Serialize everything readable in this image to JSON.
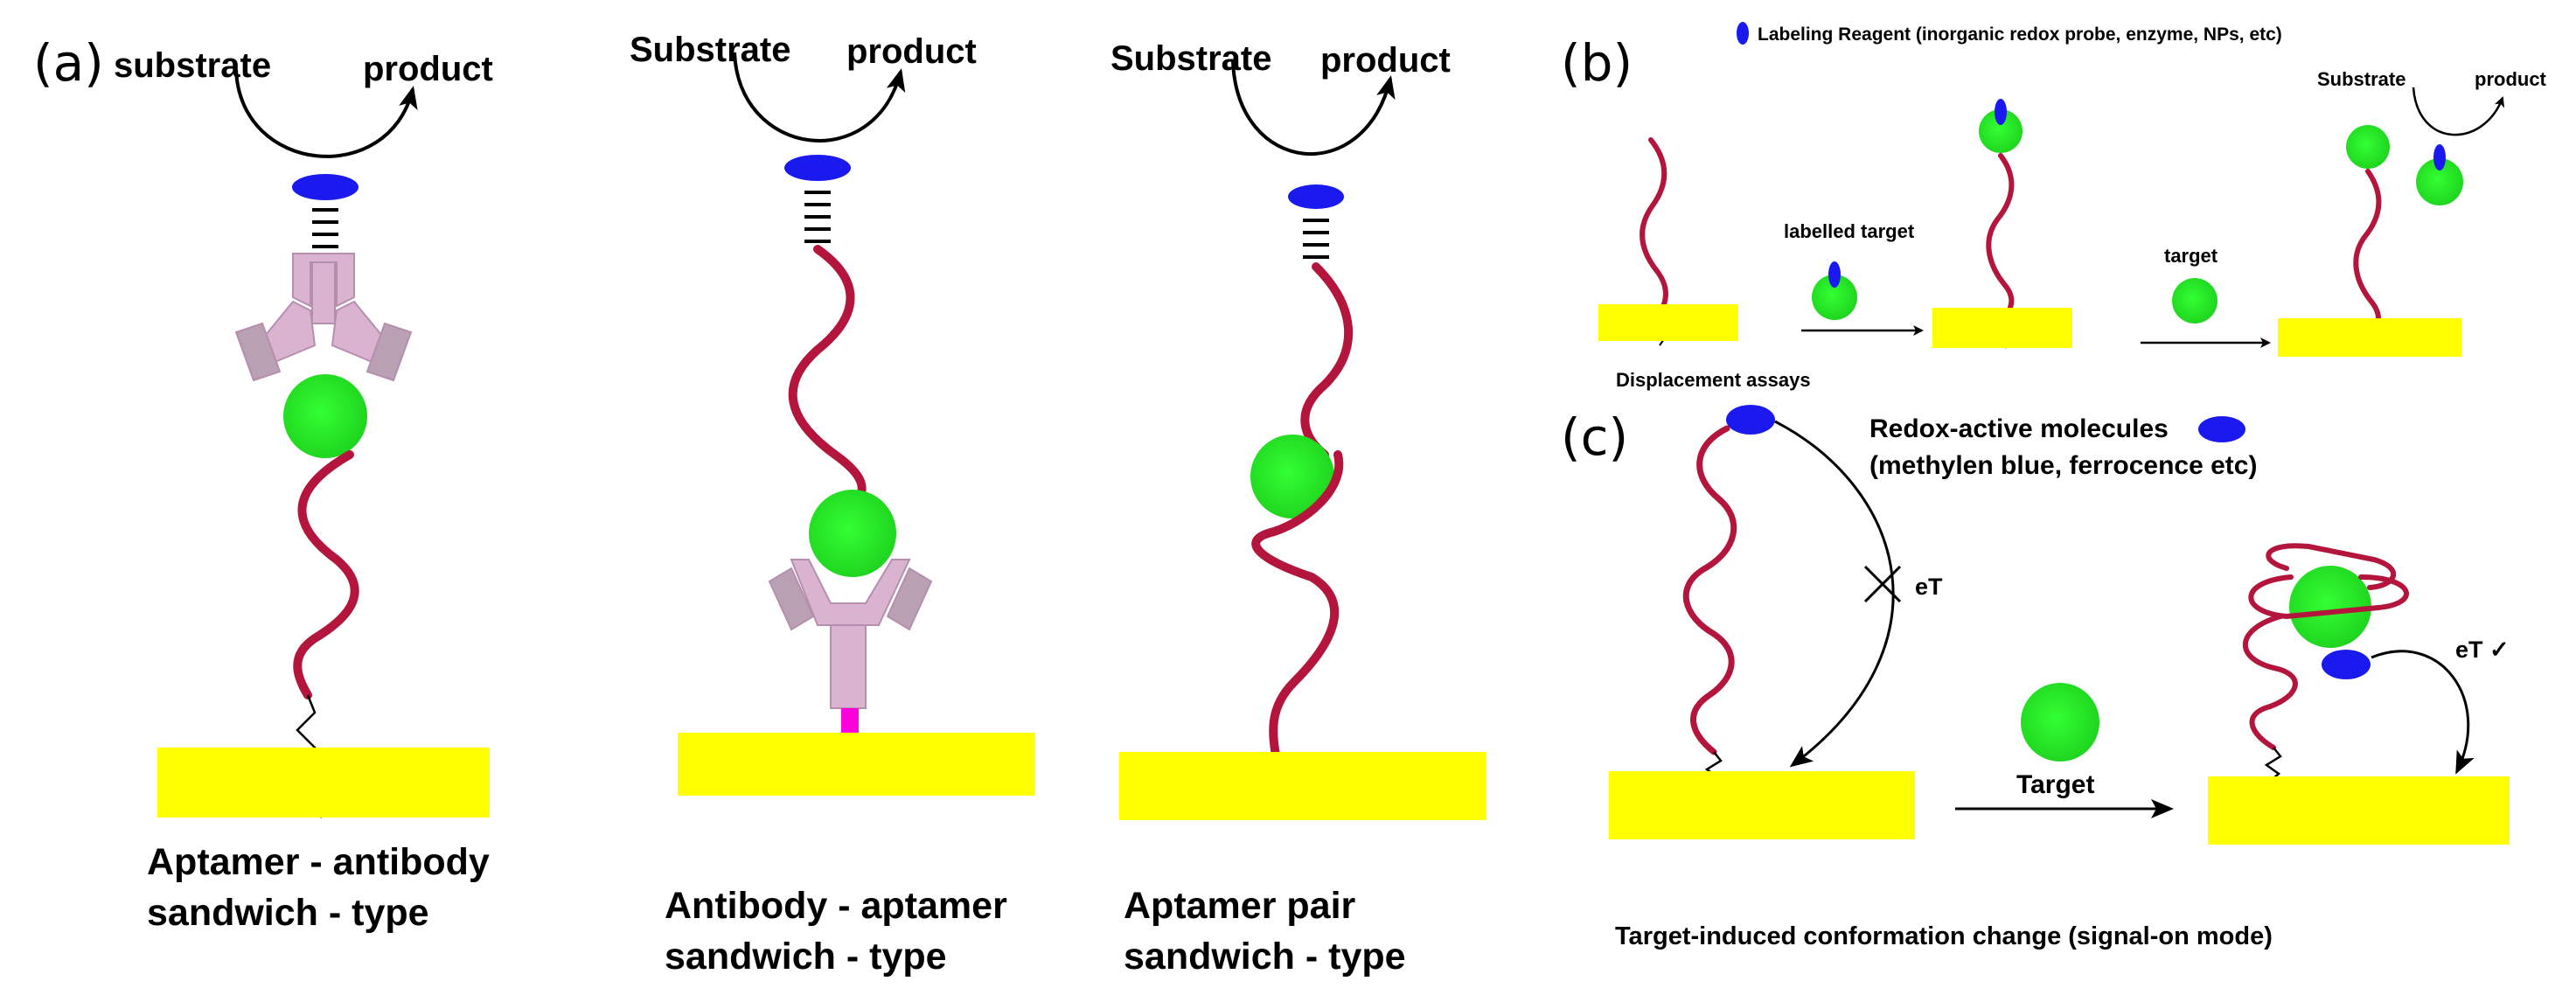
{
  "panels": {
    "a": {
      "label": "(a)",
      "col1": {
        "substrate": "substrate",
        "product": "product",
        "caption_line1": "Aptamer - antibody",
        "caption_line2": "sandwich - type"
      },
      "col2": {
        "substrate": "Substrate",
        "product": "product",
        "caption_line1": "Antibody - aptamer",
        "caption_line2": "sandwich - type"
      },
      "col3": {
        "substrate": "Substrate",
        "product": "product",
        "caption_line1": "Aptamer pair",
        "caption_line2": "sandwich - type"
      }
    },
    "b": {
      "label": "(b)",
      "legend": "Labeling Reagent (inorganic redox probe, enzyme, NPs, etc)",
      "arrow1_label": "labelled target",
      "arrow2_label": "target",
      "substrate": "Substrate",
      "product": "product",
      "caption": "Displacement assays"
    },
    "c": {
      "label": "(c)",
      "legend_line1": "Redox-active molecules",
      "legend_line2": "(methylen blue, ferrocence etc)",
      "et_blocked": "eT",
      "et_ok": "eT ✓",
      "target": "Target",
      "caption": "Target-induced conformation change (signal-on mode)"
    }
  },
  "colors": {
    "electrode": "#ffff00",
    "target": "#22ee22",
    "redox_label": "#1a1aee",
    "aptamer": "#b3153c",
    "antibody": "#d9b3d0",
    "linker": "#ff00dd"
  }
}
